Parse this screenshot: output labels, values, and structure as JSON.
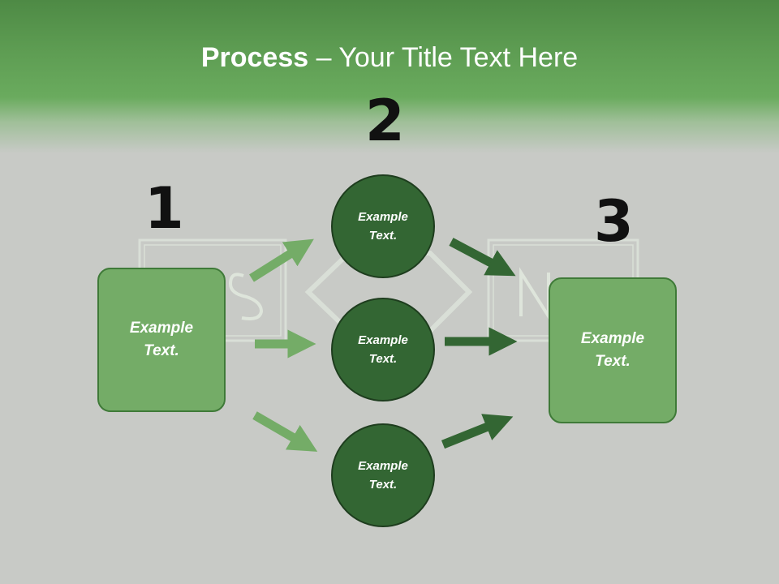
{
  "title": {
    "bold": "Process",
    "rest": " – Your Title Text Here"
  },
  "steps": {
    "one": "1",
    "two": "2",
    "three": "3"
  },
  "left_box": {
    "line1": "Example",
    "line2": "Text."
  },
  "right_box": {
    "line1": "Example",
    "line2": "Text."
  },
  "circles": [
    {
      "line1": "Example",
      "line2": "Text."
    },
    {
      "line1": "Example",
      "line2": "Text."
    },
    {
      "line1": "Example",
      "line2": "Text."
    }
  ],
  "colors": {
    "header": "#5d9c52",
    "box_fill": "#74ac67",
    "circle_fill": "#336633",
    "light_arrow": "#74ac67",
    "dark_arrow": "#336633"
  }
}
